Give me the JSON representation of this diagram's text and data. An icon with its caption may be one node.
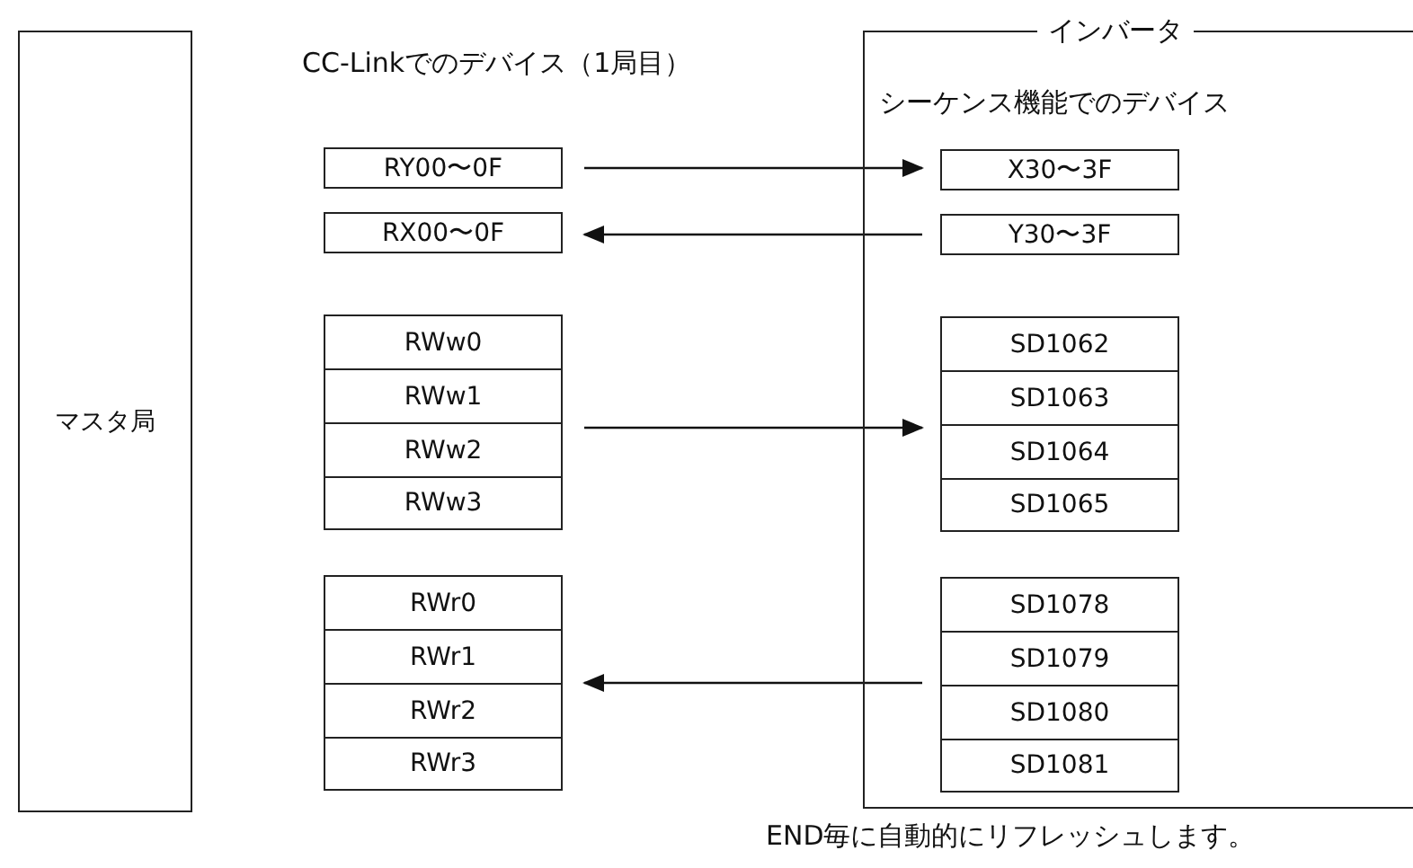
{
  "diagram": {
    "nodes": [
      {
        "text": [
          "マスタ局"
        ]
      },
      {
        "text": [
          "インバータ",
          "シーケンス機能でのデバイス"
        ]
      },
      {
        "text": [
          "RY00〜0F"
        ]
      },
      {
        "text": [
          "RX00〜0F"
        ]
      },
      {
        "text": [
          "RWw0"
        ]
      },
      {
        "text": [
          "RWw1"
        ]
      },
      {
        "text": [
          "RWw2"
        ]
      },
      {
        "text": [
          "RWw3"
        ]
      },
      {
        "text": [
          "RWr0"
        ]
      },
      {
        "text": [
          "RWr1"
        ]
      },
      {
        "text": [
          "RWr2"
        ]
      },
      {
        "text": [
          "RWr3"
        ]
      },
      {
        "text": [
          "X30〜3F"
        ],
        "in": 1
      },
      {
        "text": [
          "Y30〜3F"
        ],
        "in": 1
      },
      {
        "text": [
          "SD1062"
        ],
        "in": 1
      },
      {
        "text": [
          "SD1063"
        ],
        "in": 1
      },
      {
        "text": [
          "SD1064"
        ],
        "in": 1
      },
      {
        "text": [
          "SD1065"
        ],
        "in": 1
      },
      {
        "text": [
          "SD1078"
        ],
        "in": 1
      },
      {
        "text": [
          "SD1079"
        ],
        "in": 1
      },
      {
        "text": [
          "SD1080"
        ],
        "in": 1
      },
      {
        "text": [
          "SD1081"
        ],
        "in": 1
      }
    ],
    "edges": [
      {
        "from": 2,
        "to": 12,
        "arrow": "to"
      },
      {
        "from": 13,
        "to": 3,
        "arrow": "to"
      },
      {
        "from": 6,
        "to": 16,
        "arrow": "to"
      },
      {
        "from": 19,
        "to": 9,
        "arrow": "to"
      }
    ],
    "labels": [
      "CC-Linkでのデバイス（1局目）",
      "END毎に自動的にリフレッシュします。"
    ]
  }
}
